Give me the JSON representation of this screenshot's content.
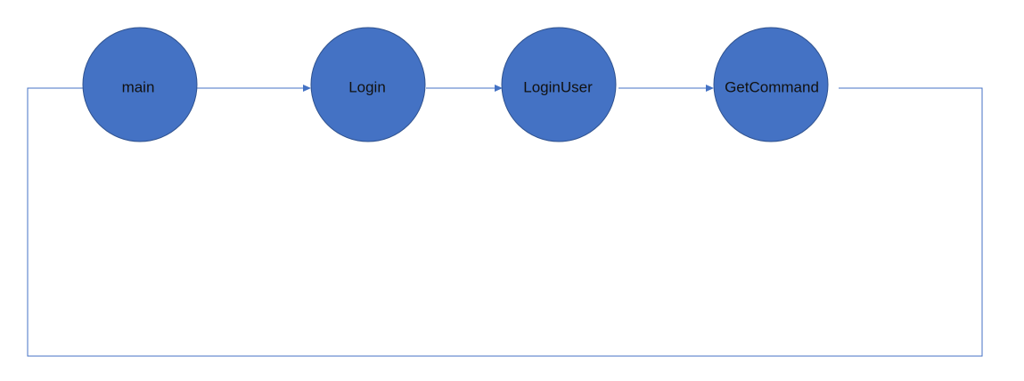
{
  "diagram": {
    "nodes": [
      {
        "id": "main",
        "label": "main"
      },
      {
        "id": "login",
        "label": "Login"
      },
      {
        "id": "loginuser",
        "label": "LoginUser"
      },
      {
        "id": "getcommand",
        "label": "GetCommand"
      }
    ],
    "edges": [
      {
        "from": "main",
        "to": "login",
        "arrow": true
      },
      {
        "from": "login",
        "to": "loginuser",
        "arrow": true
      },
      {
        "from": "loginuser",
        "to": "getcommand",
        "arrow": true
      },
      {
        "from": "getcommand",
        "to": "main",
        "arrow": false
      }
    ],
    "colors": {
      "node_fill": "#4472C4",
      "node_stroke": "#2F528F",
      "edge": "#4472C4",
      "label": "#111111"
    }
  }
}
